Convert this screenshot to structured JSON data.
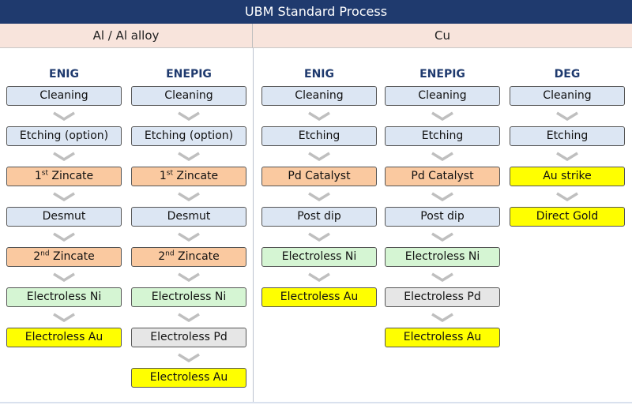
{
  "title": "UBM Standard Process",
  "groups": [
    {
      "name": "Al / Al alloy"
    },
    {
      "name": "Cu"
    }
  ],
  "colors": {
    "title_bg": "#1f3a6e",
    "group_header_bg": "#f8e4dc",
    "clean_etch": "#dce6f3",
    "zincate_catalyst": "#fac9a0",
    "electroless_ni": "#d5f5d3",
    "electroless_pd": "#e6e6e6",
    "gold": "#ffff00",
    "arrow": "#bfbfbf"
  },
  "columns": [
    {
      "name": "ENIG",
      "steps": [
        {
          "text": "Cleaning",
          "kind": "clean"
        },
        {
          "text": "Etching (option)",
          "kind": "clean"
        },
        {
          "pre": "1",
          "sup": "st",
          "post": " Zincate",
          "kind": "zincate"
        },
        {
          "text": "Desmut",
          "kind": "clean"
        },
        {
          "pre": "2",
          "sup": "nd",
          "post": " Zincate",
          "kind": "zincate"
        },
        {
          "text": "Electroless Ni",
          "kind": "ni"
        },
        {
          "text": "Electroless Au",
          "kind": "gold"
        }
      ]
    },
    {
      "name": "ENEPIG",
      "steps": [
        {
          "text": "Cleaning",
          "kind": "clean"
        },
        {
          "text": "Etching (option)",
          "kind": "clean"
        },
        {
          "pre": "1",
          "sup": "st",
          "post": " Zincate",
          "kind": "zincate"
        },
        {
          "text": "Desmut",
          "kind": "clean"
        },
        {
          "pre": "2",
          "sup": "nd",
          "post": " Zincate",
          "kind": "zincate"
        },
        {
          "text": "Electroless Ni",
          "kind": "ni"
        },
        {
          "text": "Electroless Pd",
          "kind": "pd"
        },
        {
          "text": "Electroless Au",
          "kind": "gold"
        }
      ]
    },
    {
      "name": "ENIG",
      "steps": [
        {
          "text": "Cleaning",
          "kind": "clean"
        },
        {
          "text": "Etching",
          "kind": "clean"
        },
        {
          "text": "Pd Catalyst",
          "kind": "zincate"
        },
        {
          "text": "Post dip",
          "kind": "clean"
        },
        {
          "text": "Electroless Ni",
          "kind": "ni"
        },
        {
          "text": "Electroless Au",
          "kind": "gold"
        }
      ]
    },
    {
      "name": "ENEPIG",
      "steps": [
        {
          "text": "Cleaning",
          "kind": "clean"
        },
        {
          "text": "Etching",
          "kind": "clean"
        },
        {
          "text": "Pd Catalyst",
          "kind": "zincate"
        },
        {
          "text": "Post dip",
          "kind": "clean"
        },
        {
          "text": "Electroless Ni",
          "kind": "ni"
        },
        {
          "text": "Electroless Pd",
          "kind": "pd"
        },
        {
          "text": "Electroless Au",
          "kind": "gold"
        }
      ]
    },
    {
      "name": "DEG",
      "steps": [
        {
          "text": "Cleaning",
          "kind": "clean"
        },
        {
          "text": "Etching",
          "kind": "clean"
        },
        {
          "text": "Au strike",
          "kind": "gold"
        },
        {
          "text": "Direct Gold",
          "kind": "gold"
        }
      ]
    }
  ]
}
